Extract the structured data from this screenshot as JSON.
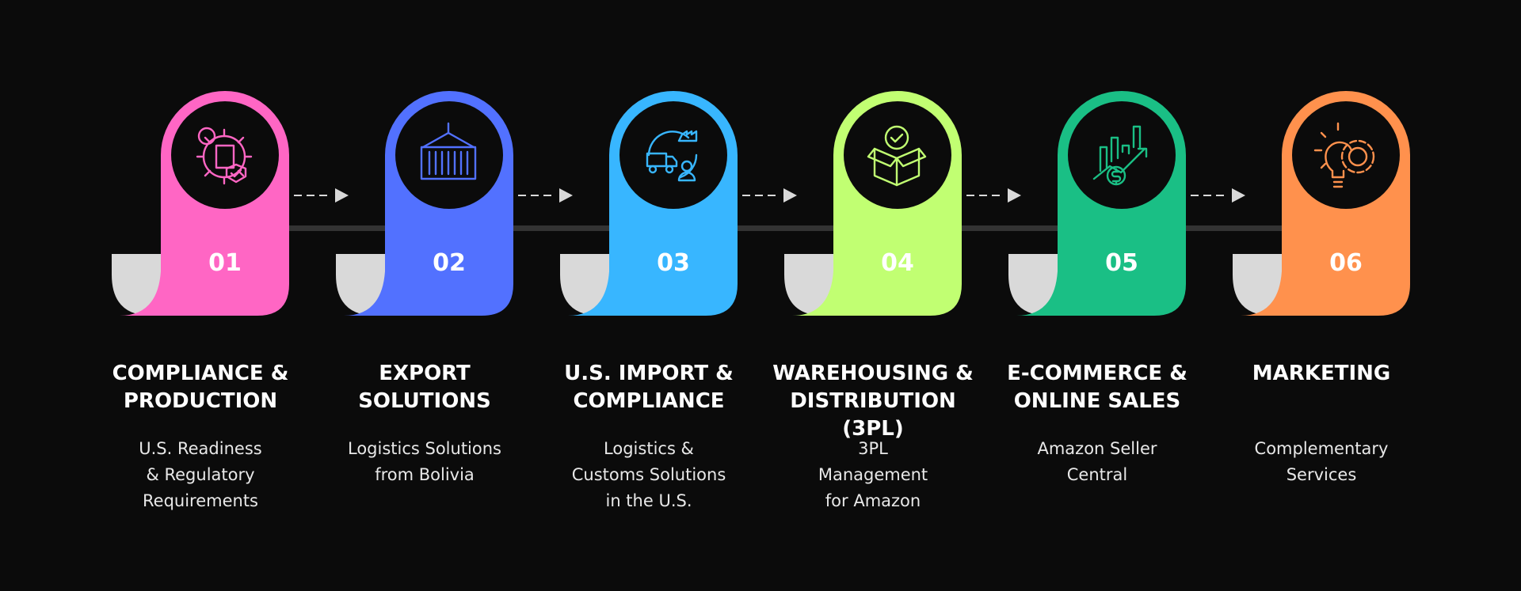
{
  "steps": [
    {
      "number": "01",
      "title": [
        "COMPLIANCE &",
        "PRODUCTION"
      ],
      "desc": [
        "U.S. Readiness",
        "& Regulatory",
        "Requirements"
      ],
      "color": "#ff66c4",
      "icon": "compliance-gear-icon"
    },
    {
      "number": "02",
      "title": [
        "EXPORT",
        "SOLUTIONS"
      ],
      "desc": [
        "Logistics Solutions",
        "from Bolivia",
        ""
      ],
      "color": "#5271ff",
      "icon": "shipping-container-icon"
    },
    {
      "number": "03",
      "title": [
        "U.S. IMPORT &",
        "COMPLIANCE"
      ],
      "desc": [
        "Logistics &",
        "Customs Solutions",
        "in the U.S."
      ],
      "color": "#38b6ff",
      "icon": "truck-import-icon"
    },
    {
      "number": "04",
      "title": [
        "WAREHOUSING &",
        "DISTRIBUTION (3PL)"
      ],
      "desc": [
        "3PL",
        "Management",
        "for Amazon"
      ],
      "color": "#c1ff72",
      "icon": "box-check-icon"
    },
    {
      "number": "05",
      "title": [
        "E-COMMERCE &",
        "ONLINE SALES"
      ],
      "desc": [
        "Amazon Seller",
        "Central",
        ""
      ],
      "color": "#1abf85",
      "icon": "sales-chart-icon"
    },
    {
      "number": "06",
      "title": [
        "MARKETING",
        ""
      ],
      "desc": [
        "Complementary",
        "Services",
        ""
      ],
      "color": "#ff914d",
      "icon": "idea-gear-icon"
    }
  ],
  "colors": {
    "background": "#0b0b0b",
    "tab": "#d9d9d9",
    "track": "#333333",
    "arrow": "#d9d9d9"
  }
}
